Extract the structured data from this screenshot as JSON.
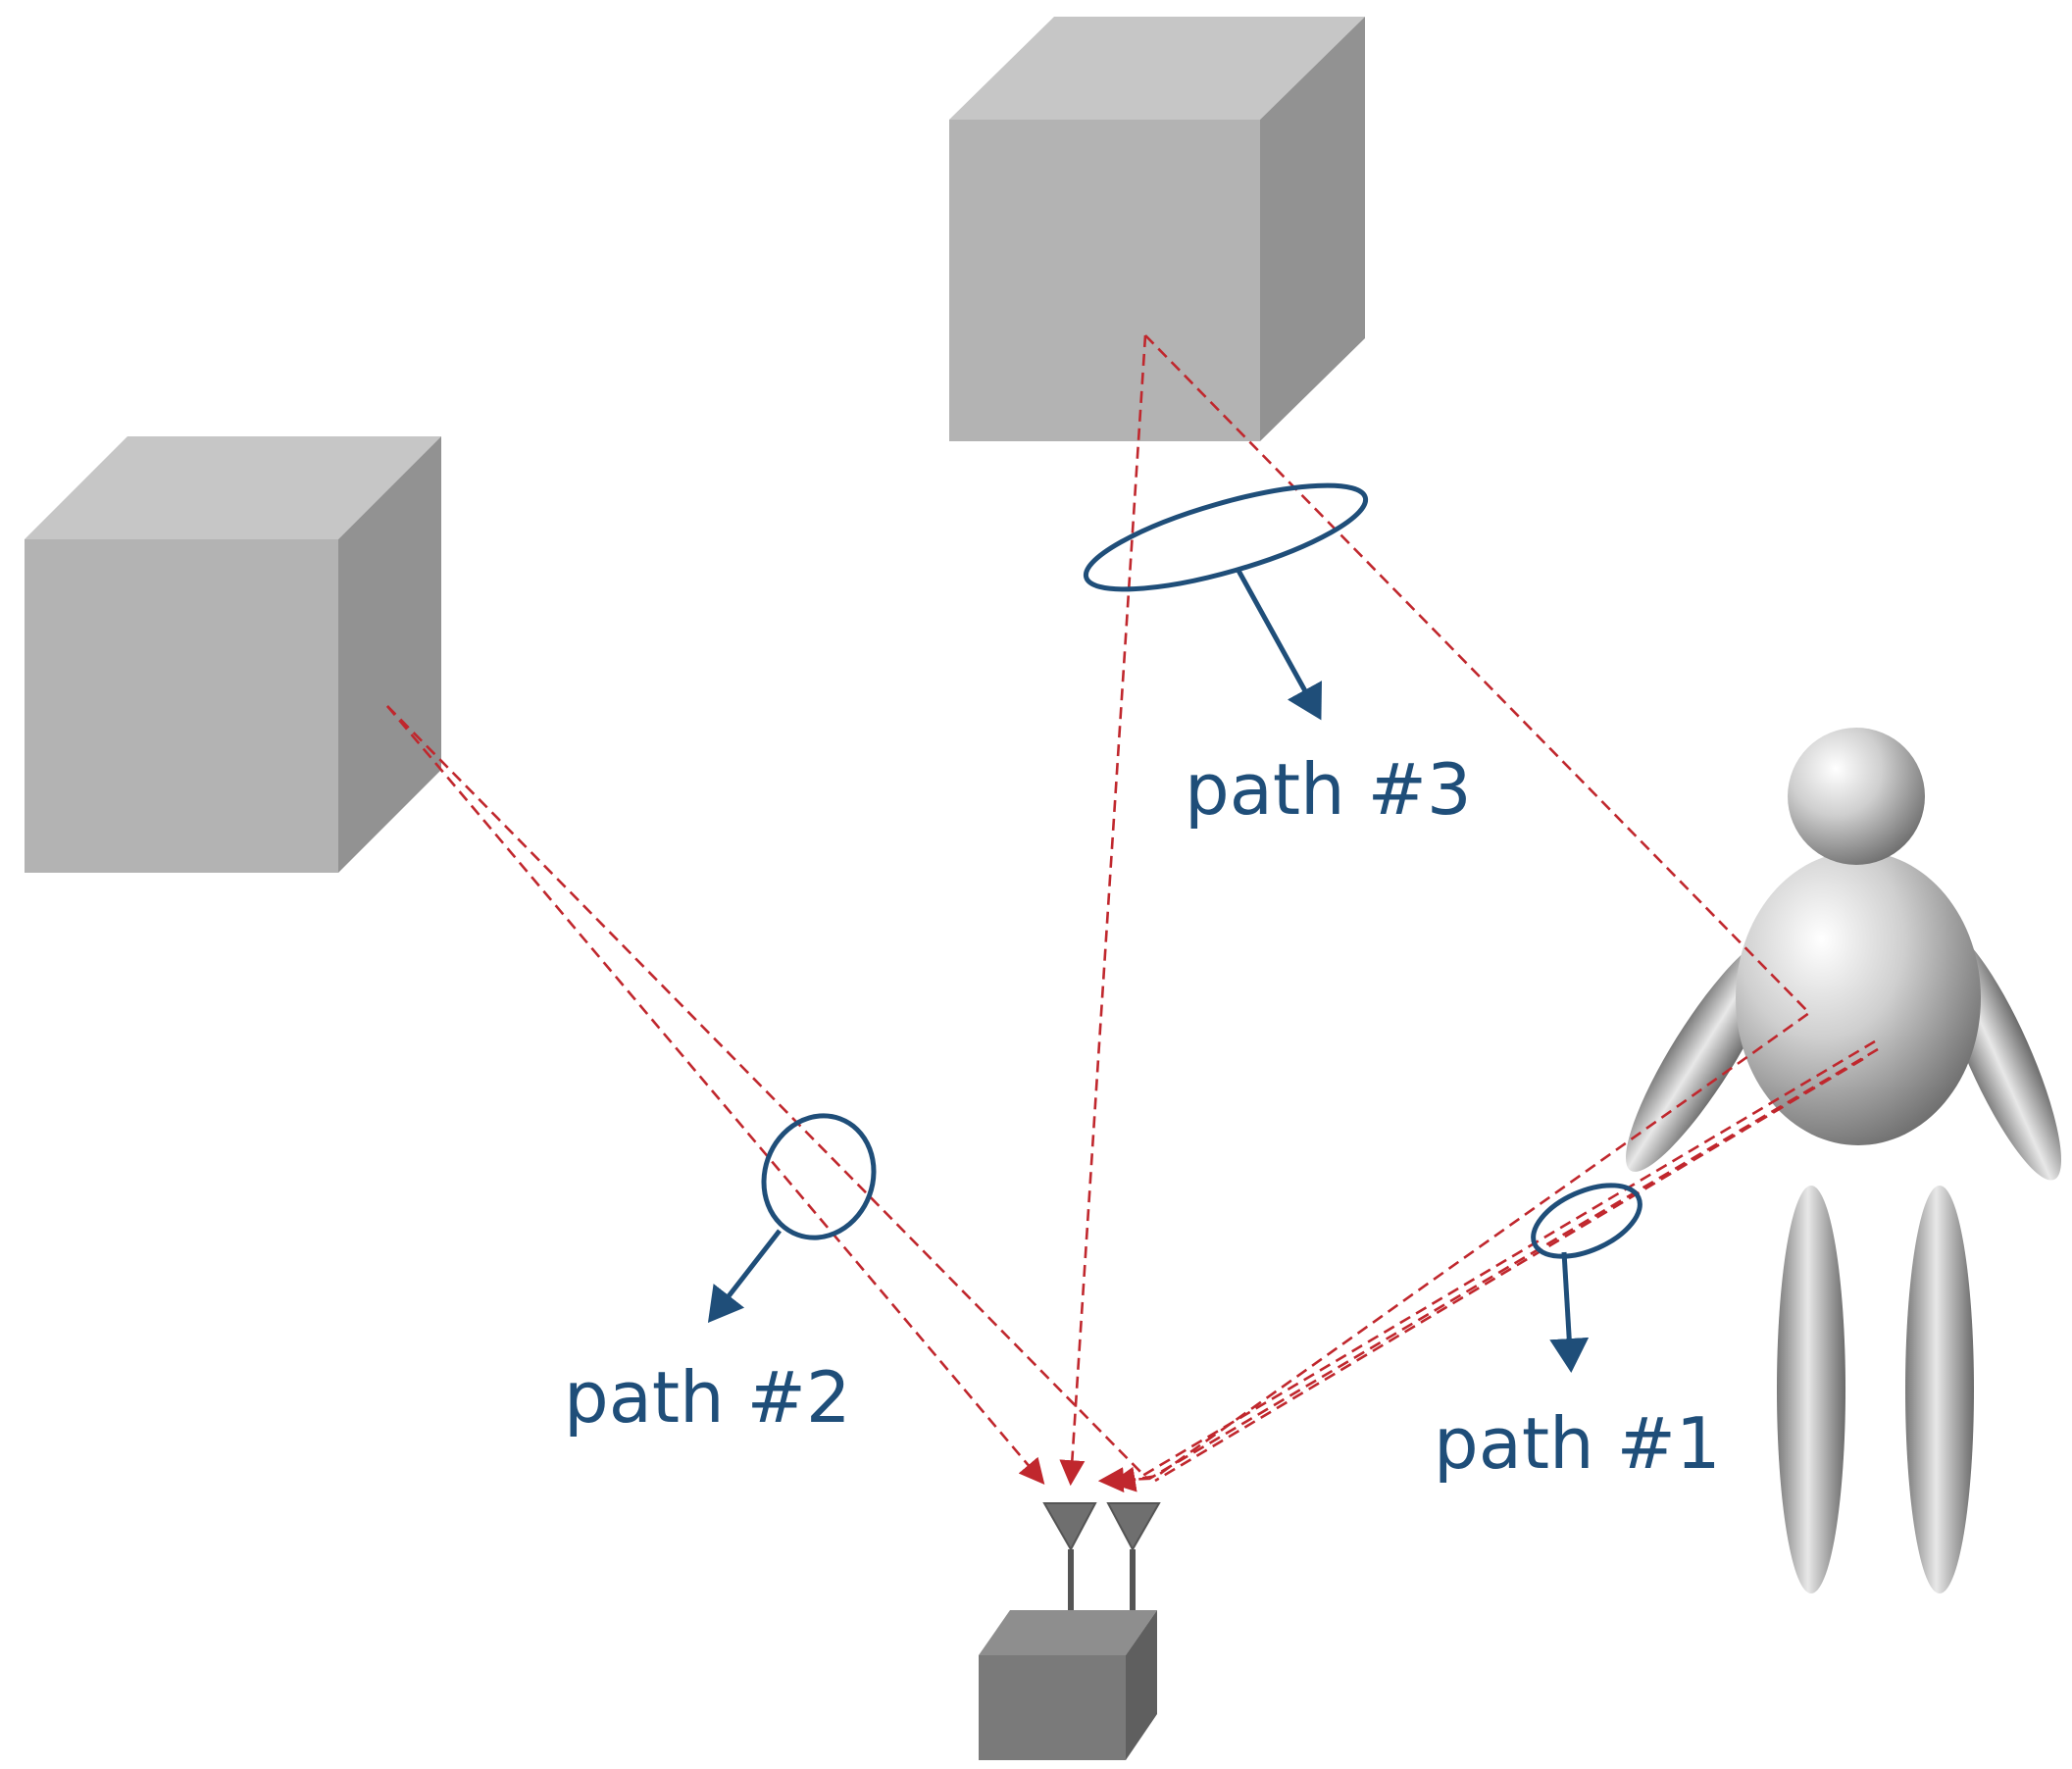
{
  "labels": {
    "path1": "path #1",
    "path2": "path #2",
    "path3": "path #3"
  },
  "colors": {
    "ray": "#c0272d",
    "annotation": "#1f4e79",
    "box_front": "#b3b3b3",
    "box_top": "#c6c6c6",
    "box_side": "#929292",
    "receiver": "#7a7a7a"
  },
  "icons": {
    "obstacles": "cube-icon",
    "person": "human-figure-icon",
    "receiver": "receiver-box-icon",
    "antennas": "antenna-icon"
  }
}
